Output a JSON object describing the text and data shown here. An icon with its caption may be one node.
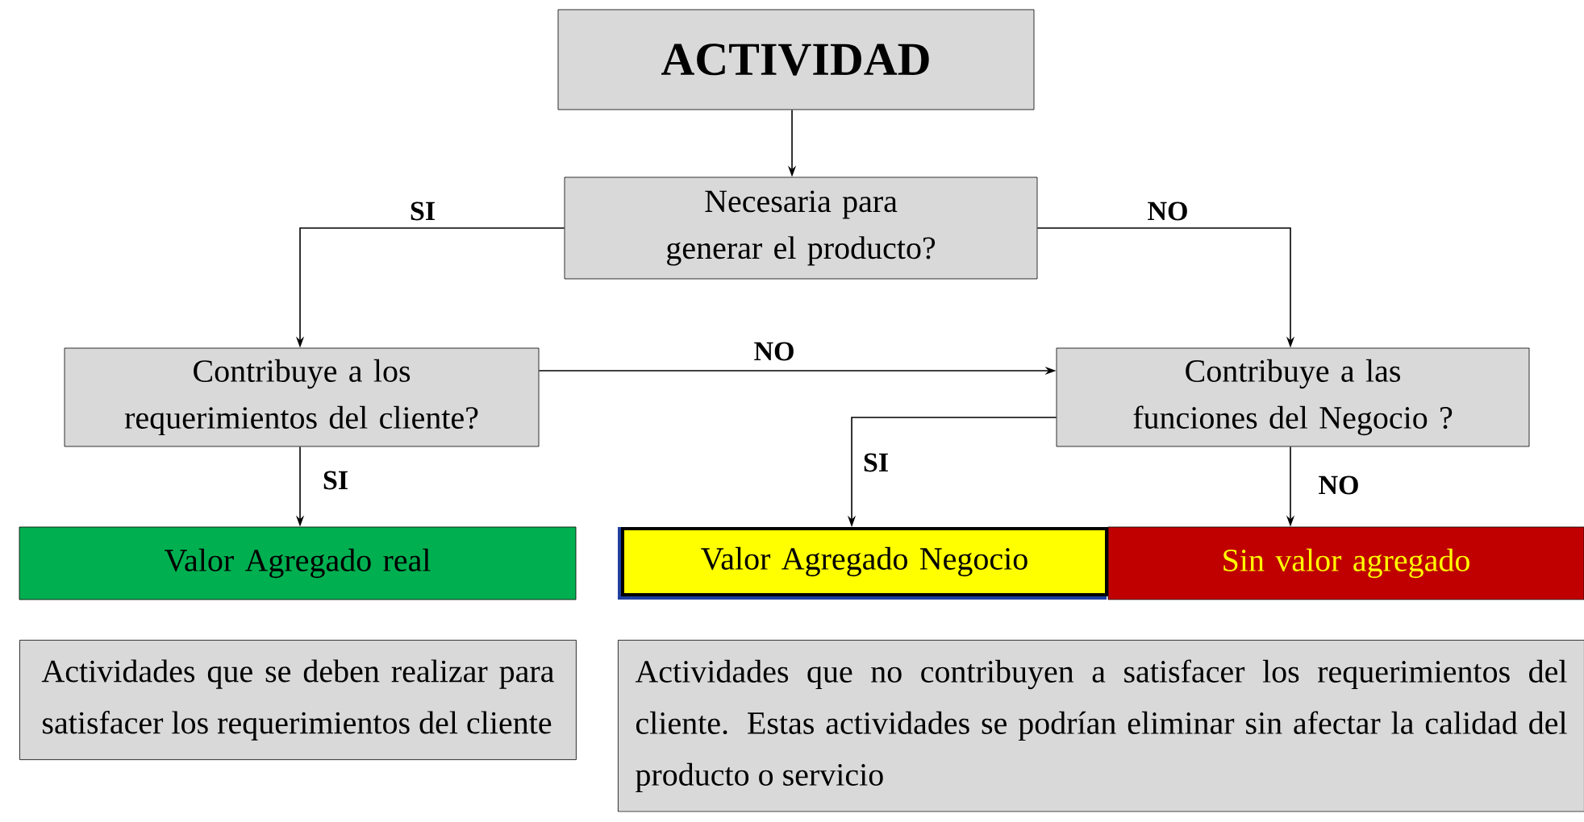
{
  "diagram": {
    "nodes": [
      {
        "text": [
          "ACTIVIDAD"
        ]
      },
      {
        "text": [
          "Necesaria para generar el producto?"
        ]
      },
      {
        "text": [
          "Contribuye a los requerimientos del cliente?"
        ]
      },
      {
        "text": [
          "Contribuye a las funciones del Negocio ?"
        ]
      },
      {
        "text": [
          "Valor Agregado real"
        ]
      },
      {
        "text": [
          "Valor Agregado Negocio"
        ]
      },
      {
        "text": [
          "Sin valor agregado"
        ]
      },
      {
        "text": [
          "Actividades que se deben realizar para satisfacer los requerimientos del cliente"
        ]
      },
      {
        "text": [
          "Actividades que no contribuyen a satisfacer los requerimientos del cliente. Estas actividades se podrían eliminar sin afectar la calidad del producto o servicio"
        ]
      }
    ],
    "edges": [
      {
        "from": 0,
        "to": 1,
        "arrow": "to"
      },
      {
        "from": 1,
        "to": 2,
        "arrow": "to",
        "label": "SI"
      },
      {
        "from": 1,
        "to": 3,
        "arrow": "to",
        "label": "NO"
      },
      {
        "from": 2,
        "to": 3,
        "arrow": "to",
        "label": "NO"
      },
      {
        "from": 2,
        "to": 4,
        "arrow": "to",
        "label": "SI"
      },
      {
        "from": 3,
        "to": 5,
        "arrow": "to",
        "label": "SI"
      },
      {
        "from": 3,
        "to": 6,
        "arrow": "to",
        "label": "NO"
      }
    ]
  }
}
